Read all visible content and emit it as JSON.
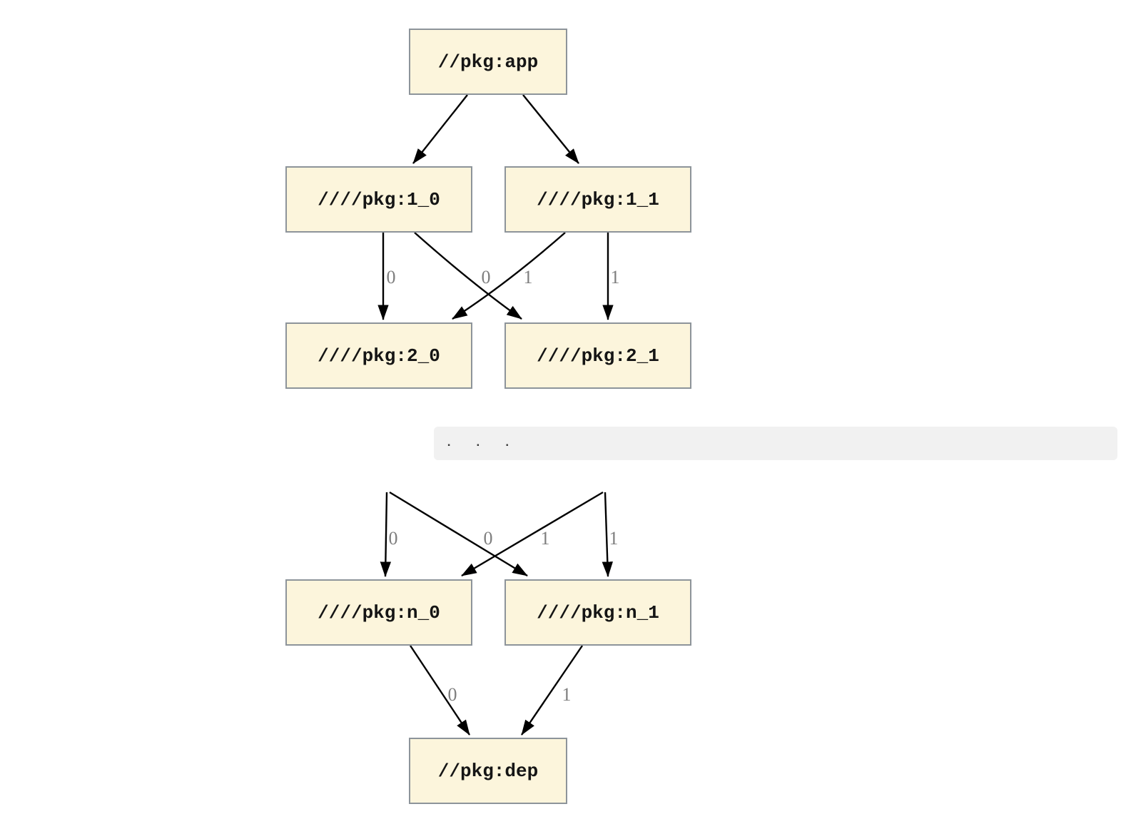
{
  "diagram": {
    "ellipsis": ".   .   .",
    "colors": {
      "node_fill": "#fcf5dc",
      "node_border": "#8d949a",
      "edge": "#000000",
      "edge_label": "#7e7e7e",
      "code_block_bg": "#f1f1f1"
    },
    "nodes": [
      {
        "id": "app",
        "label": "//pkg:app"
      },
      {
        "id": "1_0",
        "label": "////pkg:1_0"
      },
      {
        "id": "1_1",
        "label": "////pkg:1_1"
      },
      {
        "id": "2_0",
        "label": "////pkg:2_0"
      },
      {
        "id": "2_1",
        "label": "////pkg:2_1"
      },
      {
        "id": "n_0",
        "label": "////pkg:n_0"
      },
      {
        "id": "n_1",
        "label": "////pkg:n_1"
      },
      {
        "id": "dep",
        "label": "//pkg:dep"
      }
    ],
    "edges": [
      {
        "from": "app",
        "to": "1_0",
        "label": ""
      },
      {
        "from": "app",
        "to": "1_1",
        "label": ""
      },
      {
        "from": "1_0",
        "to": "2_0",
        "label": "0"
      },
      {
        "from": "1_0",
        "to": "2_1",
        "label": "0"
      },
      {
        "from": "1_1",
        "to": "2_0",
        "label": "1"
      },
      {
        "from": "1_1",
        "to": "2_1",
        "label": "1"
      },
      {
        "from": "hidden-left",
        "to": "n_0",
        "label": "0"
      },
      {
        "from": "hidden-left",
        "to": "n_1",
        "label": "0"
      },
      {
        "from": "hidden-right",
        "to": "n_0",
        "label": "1"
      },
      {
        "from": "hidden-right",
        "to": "n_1",
        "label": "1"
      },
      {
        "from": "n_0",
        "to": "dep",
        "label": "0"
      },
      {
        "from": "n_1",
        "to": "dep",
        "label": "1"
      }
    ]
  }
}
